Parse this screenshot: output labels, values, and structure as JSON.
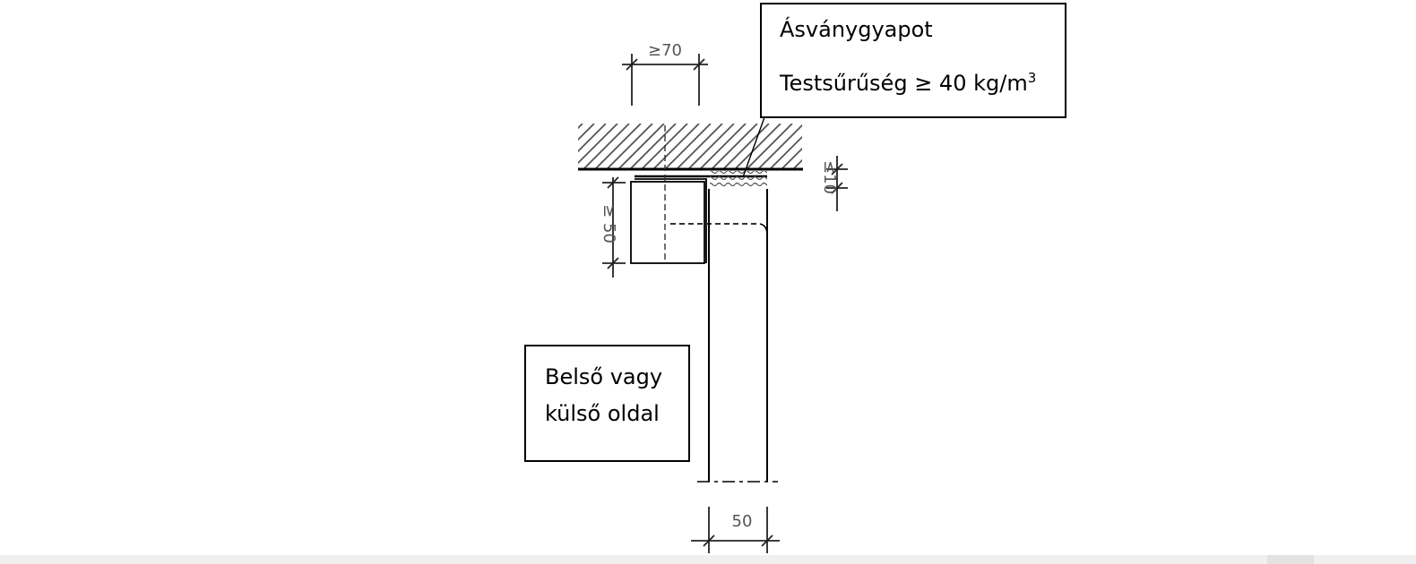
{
  "diagram": {
    "callouts": {
      "material": {
        "name": "Ásványgyapot",
        "density_prefix": "Testsűrűség ≥ 40 kg/m",
        "density_sup": "3"
      },
      "side": {
        "line1": "Belső vagy",
        "line2": "külső oldal"
      }
    },
    "dimensions": {
      "top_width": "≥70",
      "bottom_width": "50",
      "left_height": "≥ 50",
      "right_gap": "≤10"
    },
    "colors": {
      "line": "#000000",
      "dim_line": "#222222",
      "dim_text": "#555555",
      "insulation": "#666666"
    }
  }
}
